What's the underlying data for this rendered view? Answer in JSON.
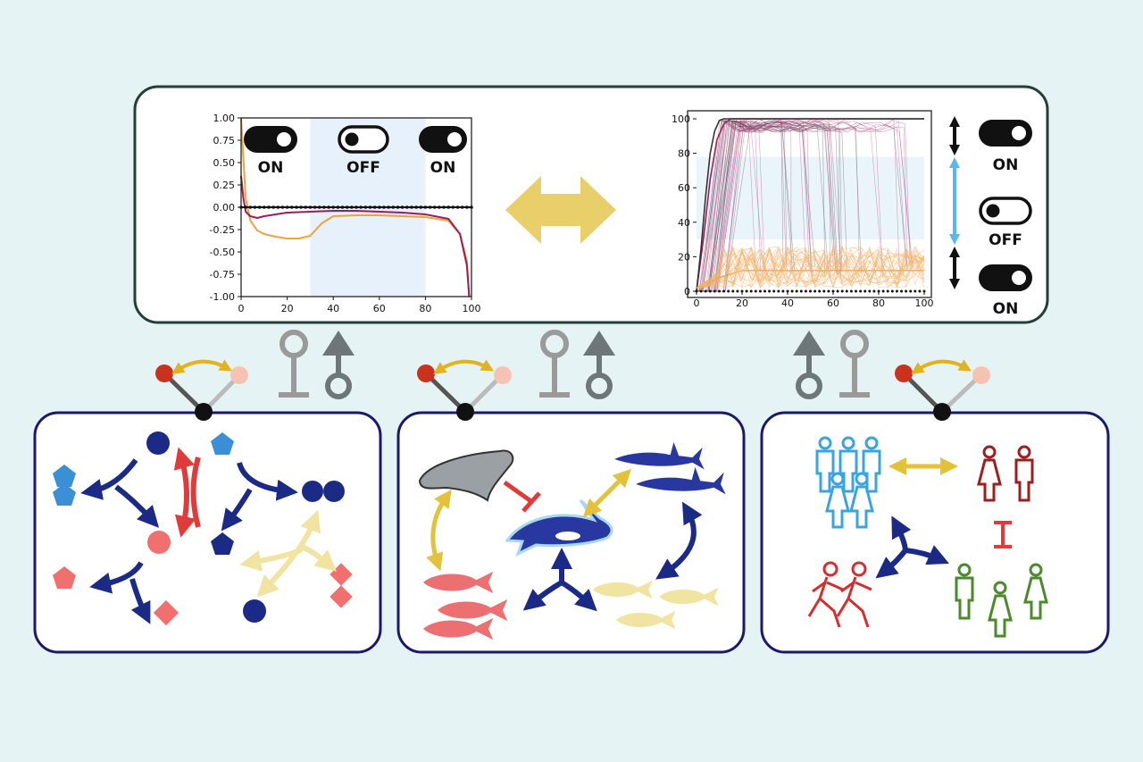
{
  "top_panel": {
    "left_plot_switches": [
      {
        "label": "ON",
        "state": "on"
      },
      {
        "label": "OFF",
        "state": "off"
      },
      {
        "label": "ON",
        "state": "on"
      }
    ],
    "right_plot_switches": [
      {
        "label": "ON",
        "state": "on"
      },
      {
        "label": "OFF",
        "state": "off"
      },
      {
        "label": "ON",
        "state": "on"
      }
    ]
  },
  "chart_data": [
    {
      "type": "line",
      "title": "",
      "xlabel": "",
      "ylabel": "",
      "xlim": [
        0,
        100
      ],
      "ylim": [
        -1.0,
        1.0
      ],
      "x_ticks": [
        "0",
        "20",
        "40",
        "60",
        "80",
        "100"
      ],
      "y_ticks": [
        "1.00",
        "0.75",
        "0.50",
        "0.25",
        "0.00",
        "-0.25",
        "-0.50",
        "-0.75",
        "-1.00"
      ],
      "shaded_region": [
        30,
        80
      ],
      "series": [
        {
          "color": "#f0a33a",
          "x": [
            0,
            1,
            2,
            4,
            7,
            10,
            15,
            20,
            25,
            30,
            35,
            40,
            50,
            60,
            70,
            80,
            90,
            95,
            98,
            99
          ],
          "y": [
            1.0,
            0.55,
            0.1,
            -0.15,
            -0.26,
            -0.3,
            -0.33,
            -0.35,
            -0.35,
            -0.32,
            -0.18,
            -0.1,
            -0.09,
            -0.09,
            -0.1,
            -0.11,
            -0.15,
            -0.3,
            -0.6,
            -1.0
          ]
        },
        {
          "color": "#9b1d5a",
          "x": [
            0,
            1,
            2,
            4,
            7,
            10,
            15,
            20,
            30,
            40,
            50,
            60,
            70,
            80,
            90,
            95,
            98,
            99
          ],
          "y": [
            0.35,
            0.1,
            -0.05,
            -0.1,
            -0.12,
            -0.1,
            -0.08,
            -0.06,
            -0.05,
            -0.04,
            -0.04,
            -0.05,
            -0.06,
            -0.08,
            -0.13,
            -0.3,
            -0.65,
            -1.0
          ]
        },
        {
          "color": "#111111",
          "x": [
            0,
            10,
            20,
            30,
            40,
            50,
            60,
            70,
            80,
            90,
            100
          ],
          "y": [
            0,
            0,
            0,
            0,
            0,
            0,
            0,
            0,
            0,
            0,
            0
          ]
        }
      ]
    },
    {
      "type": "line",
      "title": "",
      "xlabel": "",
      "ylabel": "",
      "xlim": [
        0,
        100
      ],
      "ylim": [
        0,
        100
      ],
      "x_ticks": [
        "0",
        "20",
        "40",
        "60",
        "80",
        "100"
      ],
      "y_ticks": [
        "100",
        "80",
        "60",
        "40",
        "20",
        "0"
      ],
      "shaded_band": [
        30,
        78
      ],
      "series": [
        {
          "color": "#9b1d5a",
          "x": [
            0,
            3,
            6,
            9,
            12,
            15,
            20,
            100
          ],
          "y": [
            0,
            30,
            65,
            88,
            97,
            100,
            100,
            100
          ]
        },
        {
          "color": "#333333",
          "x": [
            0,
            2,
            4,
            6,
            8,
            10,
            12,
            100
          ],
          "y": [
            0,
            25,
            55,
            80,
            93,
            99,
            100,
            100
          ]
        },
        {
          "color": "#f3b26a",
          "x": [
            0,
            10,
            20,
            40,
            60,
            80,
            100
          ],
          "y": [
            0,
            8,
            12,
            12,
            12,
            12,
            12
          ]
        }
      ]
    }
  ]
}
